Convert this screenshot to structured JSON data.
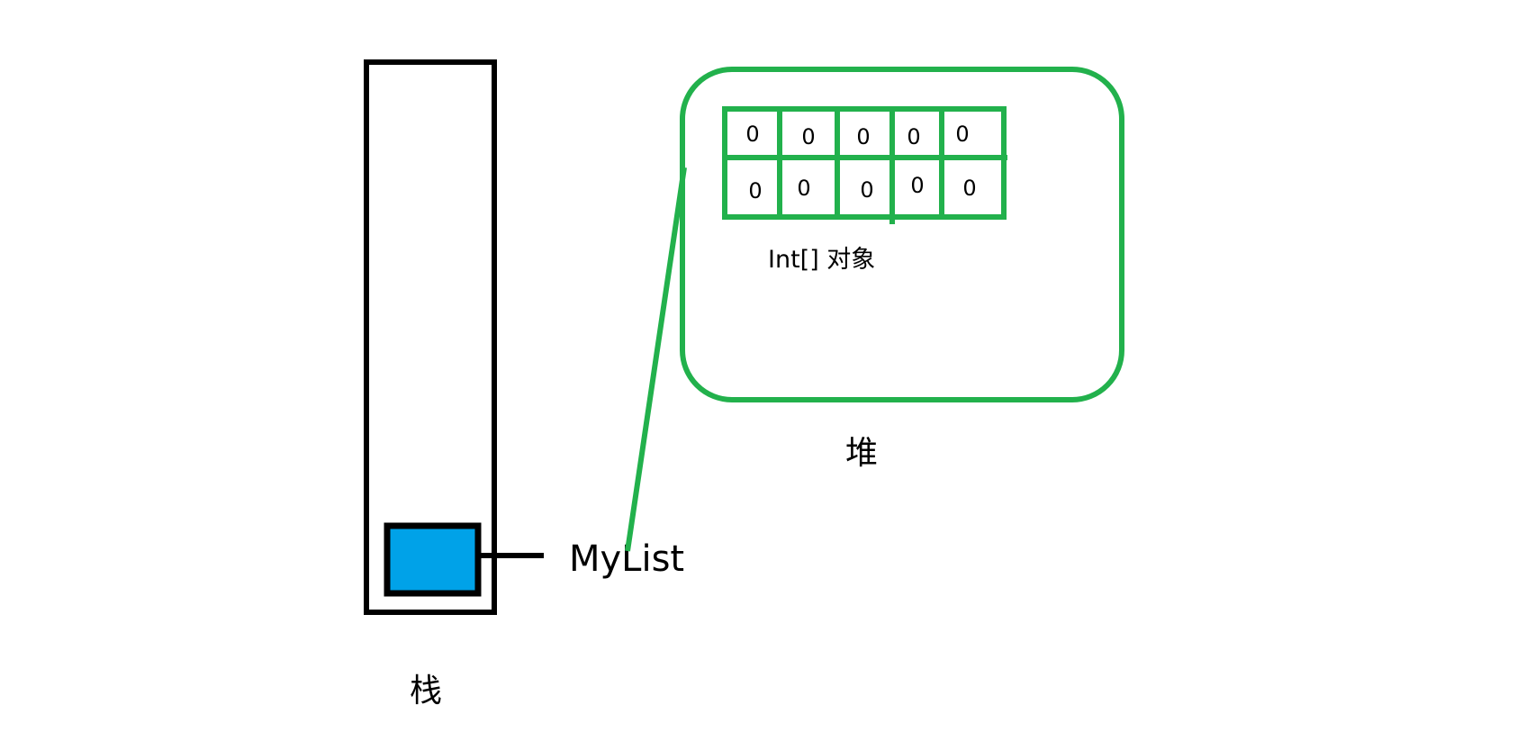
{
  "labels": {
    "stack": "栈",
    "heap": "堆",
    "variable": "MyList",
    "object": "Int[] 对象"
  },
  "array": {
    "rows": [
      [
        "0",
        "0",
        "0",
        "0",
        "0"
      ],
      [
        "0",
        "0",
        "0",
        "0",
        "0"
      ]
    ]
  },
  "colors": {
    "stack_outline": "#000000",
    "heap_outline": "#22b14c",
    "reference_fill": "#00a2e8",
    "pointer_line": "#22b14c"
  }
}
